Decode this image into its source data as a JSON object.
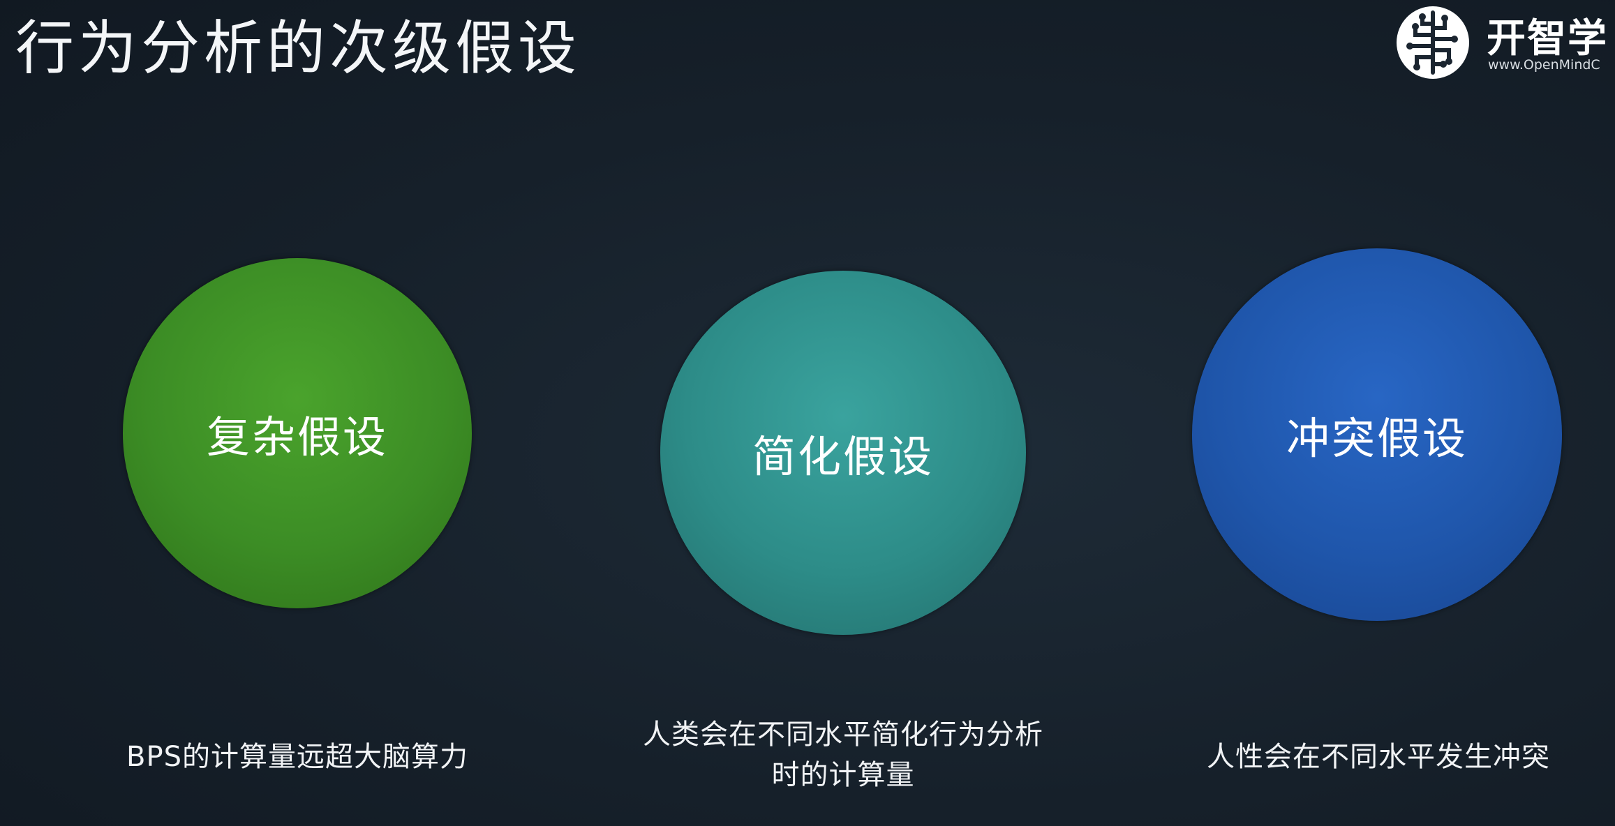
{
  "slide": {
    "title": "行为分析的次级假设"
  },
  "logo": {
    "name": "开智学",
    "url": "www.OpenMindC",
    "icon": "brain-icon"
  },
  "circles": [
    {
      "label": "复杂假设",
      "color": "#3c8d25"
    },
    {
      "label": "简化假设",
      "color": "#2d8c88"
    },
    {
      "label": "冲突假设",
      "color": "#1f56ab"
    }
  ],
  "captions": [
    {
      "text": "BPS的计算量远超大脑算力"
    },
    {
      "line1": "人类会在不同水平简化行为分析",
      "line2": "时的计算量"
    },
    {
      "text": "人性会在不同水平发生冲突"
    }
  ]
}
